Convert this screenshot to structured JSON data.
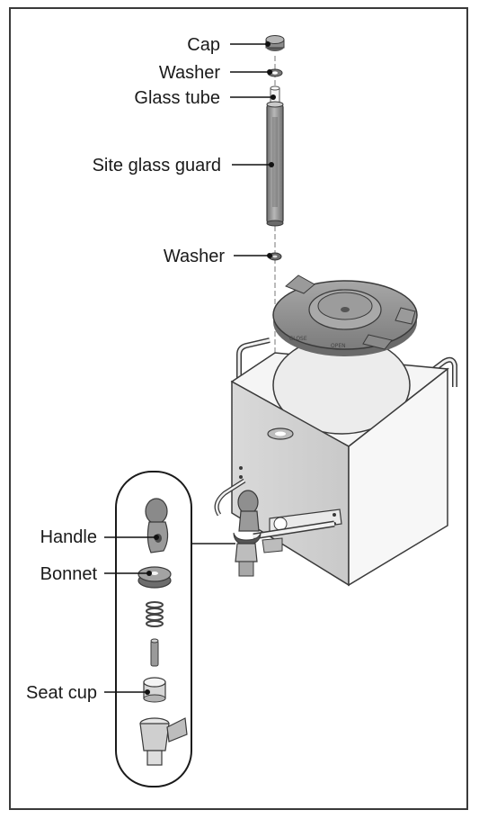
{
  "labels": {
    "cap": "Cap",
    "washer_top": "Washer",
    "glass_tube": "Glass tube",
    "site_glass_guard": "Site glass guard",
    "washer_bottom": "Washer",
    "handle": "Handle",
    "bonnet": "Bonnet",
    "seat_cup": "Seat cup"
  },
  "lid_marks": {
    "close": "CLOSE",
    "open": "OPEN"
  },
  "colors": {
    "outline": "#3a3a3a",
    "part_gray": "#8a8a8a",
    "part_light": "#cfcfcf",
    "body_light": "#e4e4e4",
    "leader": "#111111"
  }
}
